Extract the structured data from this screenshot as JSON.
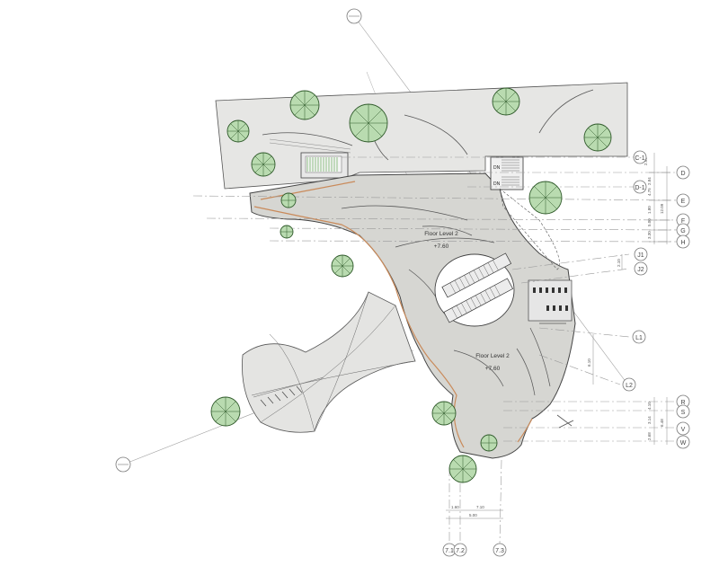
{
  "labels": {
    "floor_level_upper": "Floor Level 2",
    "elevation_upper": "+7.60",
    "floor_level_lower": "Floor Level 2",
    "elevation_lower": "+7.60",
    "stair_dn_top": "DN",
    "stair_dn_bottom": "DN"
  },
  "grid_lines_right": [
    "C-1",
    "D",
    "D-1",
    "E",
    "F",
    "G",
    "H",
    "J1",
    "J2",
    "L1",
    "L2",
    "R",
    "S",
    "V",
    "W"
  ],
  "grid_lines_bottom": [
    "7.1",
    "7.2",
    "7.3"
  ],
  "dimensions_right": [
    "2.90",
    "2.84",
    "4.75",
    "1.80",
    "5.00",
    "12.09",
    "3.30",
    "2.10",
    "6.10",
    "4.10",
    "3.14",
    "6.48",
    "2.68"
  ],
  "dimensions_bottom": [
    "1.60",
    "7.10",
    "5.00"
  ],
  "colors": {
    "floor_fill": "#d6d6d2",
    "paving_fill": "#e6e6e4",
    "tree_fill": "#b9dbb0",
    "tree_stroke": "#2f5a2a",
    "edge_accent": "#c98a5a",
    "line": "#555555"
  },
  "icons": [
    "north-arrow-icon",
    "tree-icon",
    "stair-icon",
    "escalator-icon"
  ]
}
